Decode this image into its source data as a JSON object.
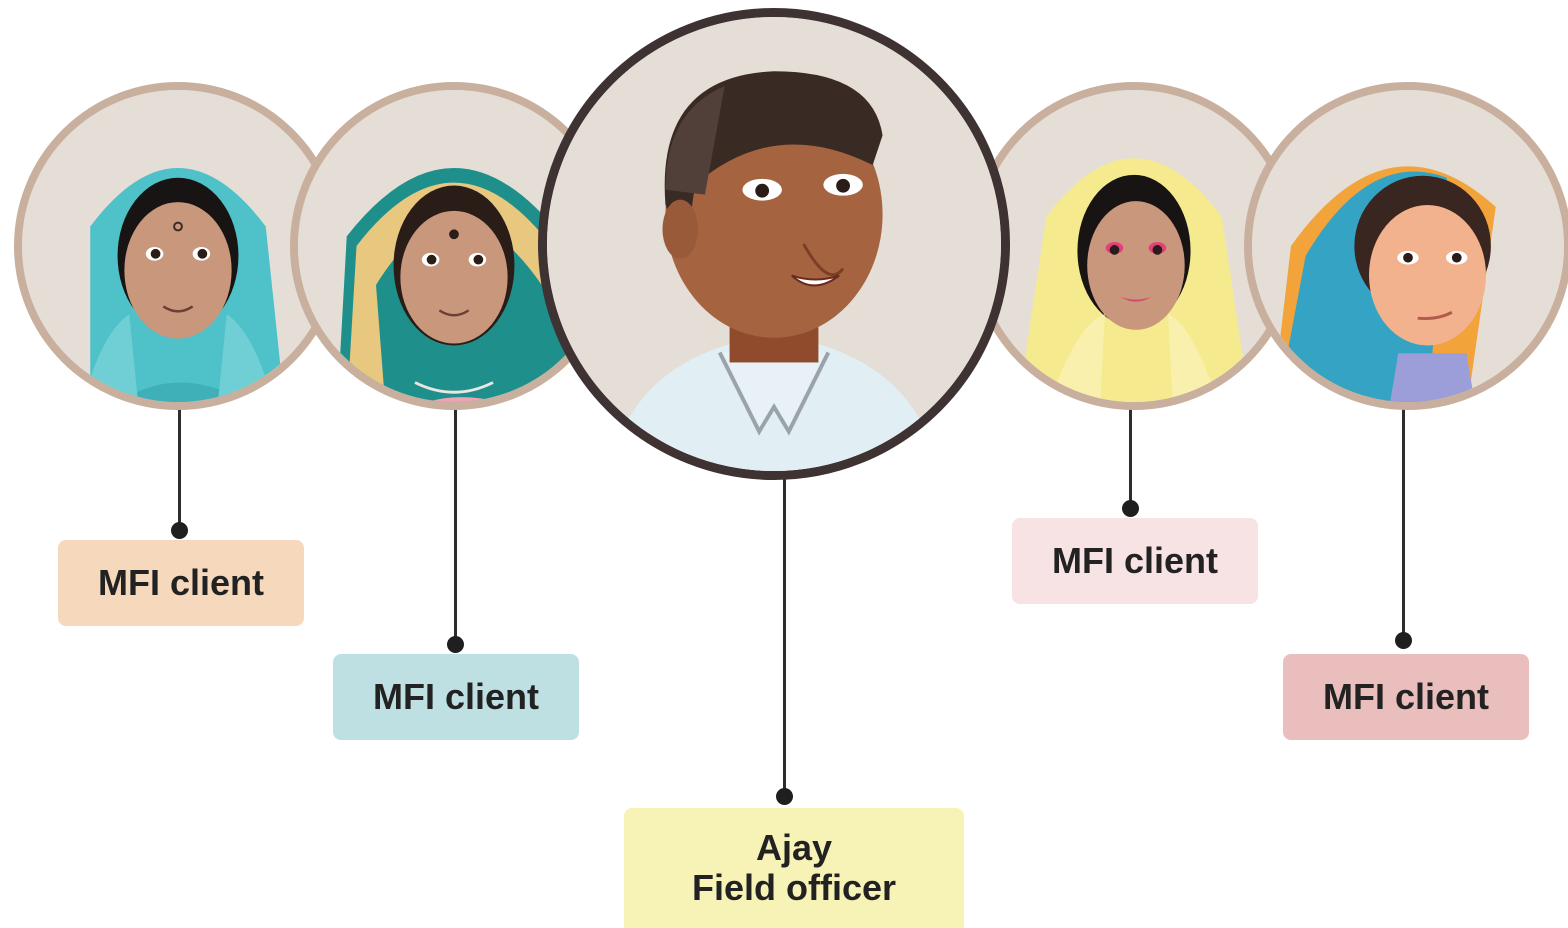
{
  "people": [
    {
      "id": "client-1",
      "label": "MFI client",
      "label_bg": "#f6d8bd"
    },
    {
      "id": "client-2",
      "label": "MFI client",
      "label_bg": "#bfe0e3"
    },
    {
      "id": "officer",
      "name": "Ajay",
      "role": "Field officer",
      "label_bg": "#f7f2b6"
    },
    {
      "id": "client-3",
      "label": "MFI client",
      "label_bg": "#f7e2e4"
    },
    {
      "id": "client-4",
      "label": "MFI client",
      "label_bg": "#eabebd"
    }
  ],
  "icons": [
    "woman-turquoise-scarf-icon",
    "woman-gold-veil-icon",
    "man-field-officer-icon",
    "woman-yellow-scarf-icon",
    "woman-orange-blue-scarf-icon"
  ],
  "colors": {
    "client_ring": "#c9b09e",
    "officer_ring": "#3e3232",
    "connector": "#2d2d2d",
    "avatar_bg": "#e4ded7"
  }
}
